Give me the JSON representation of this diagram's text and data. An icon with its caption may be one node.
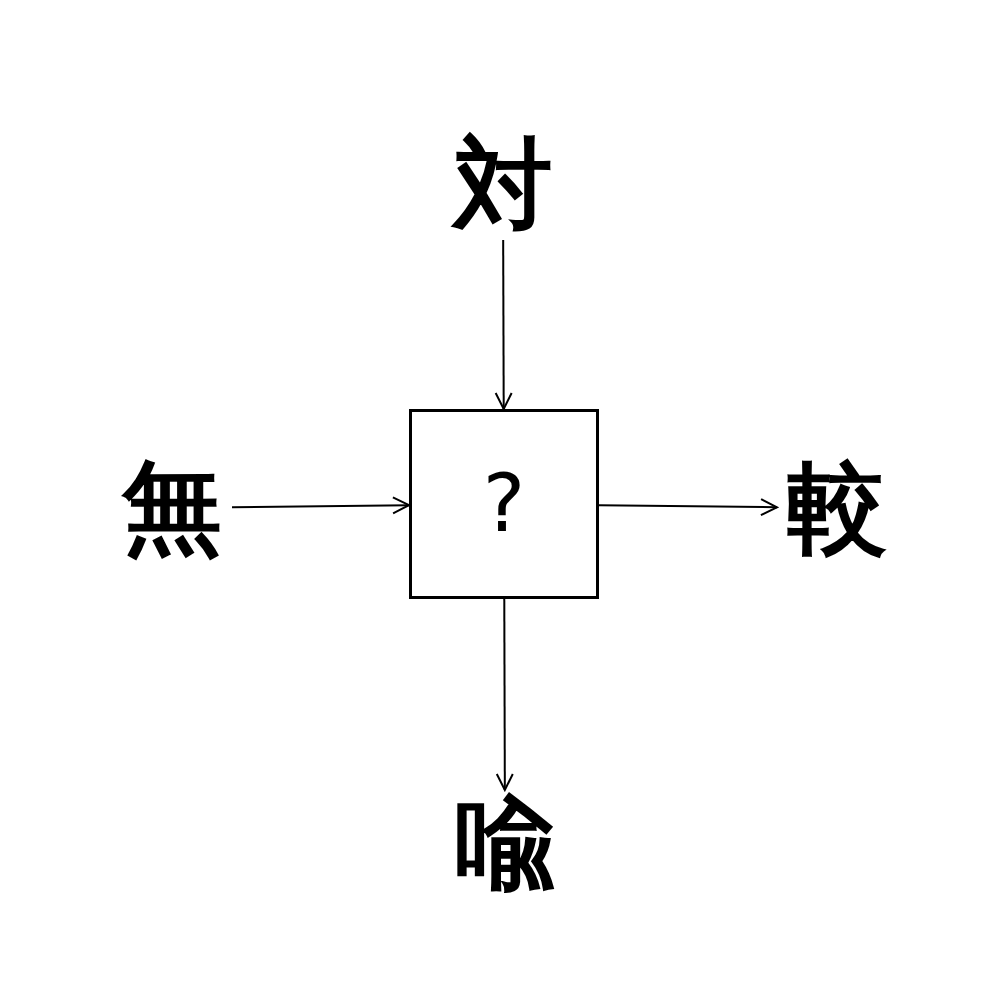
{
  "diagram": {
    "nodes": [
      {
        "text": [
          "対"
        ]
      },
      {
        "text": [
          "無"
        ]
      },
      {
        "text": [
          "?"
        ]
      },
      {
        "text": [
          "較"
        ]
      },
      {
        "text": [
          "喩"
        ]
      }
    ],
    "edges": [
      {
        "from": 0,
        "to": 2,
        "arrow": "to"
      },
      {
        "from": 1,
        "to": 2,
        "arrow": "to"
      },
      {
        "from": 2,
        "to": 3,
        "arrow": "to"
      },
      {
        "from": 2,
        "to": 4,
        "arrow": "to"
      }
    ]
  }
}
